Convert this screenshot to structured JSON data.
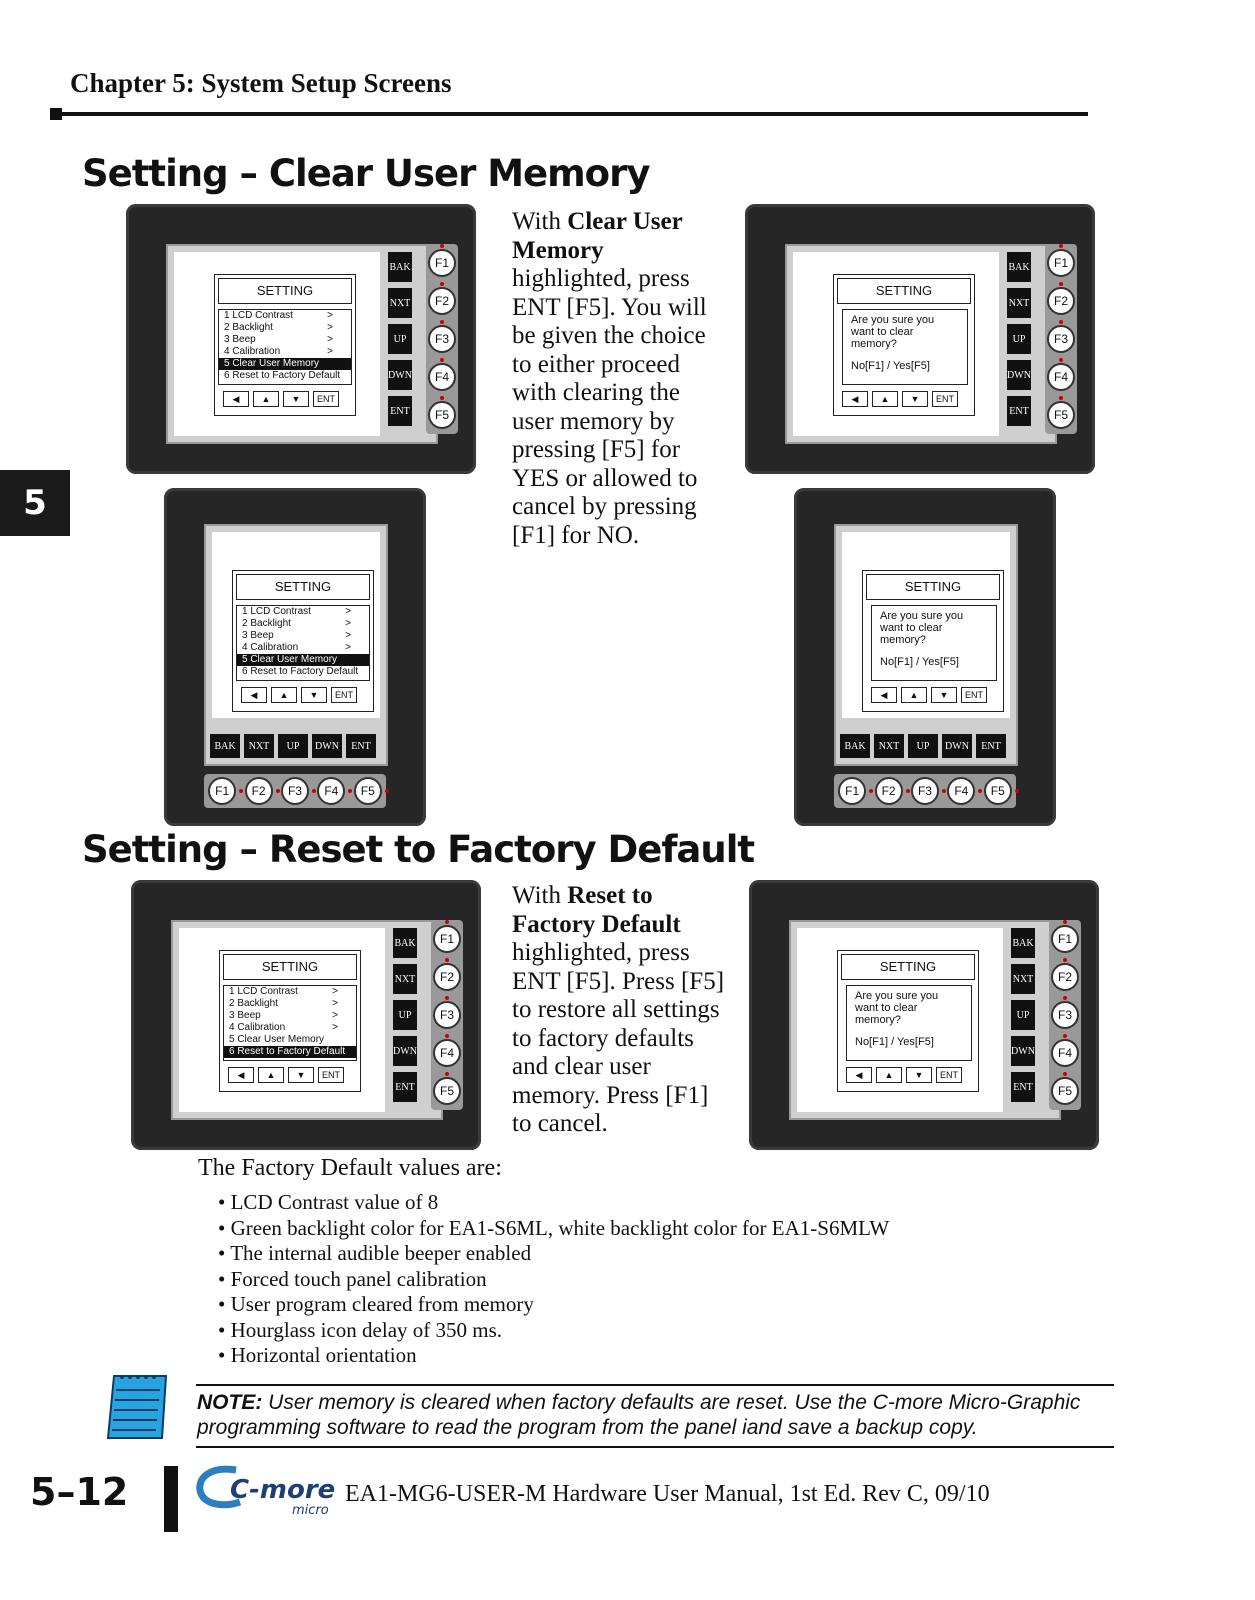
{
  "header": {
    "chapter": "Chapter 5: System Setup Screens"
  },
  "side_tab": "5",
  "section1": {
    "heading": "Setting – Clear User Memory",
    "para_pre": "With ",
    "para_bold": "Clear User Memory",
    "para_post": " highlighted, press ENT [F5]. You will be given the choice to either proceed with clearing the user memory by pressing [F5] for YES or allowed to cancel by pressing [F1] for NO."
  },
  "section2": {
    "heading": "Setting – Reset to Factory Default",
    "para_pre": "With ",
    "para_bold": "Reset to Factory Default",
    "para_post": " highlighted, press ENT [F5]. Press [F5] to restore all settings to factory defaults and clear user memory. Press [F1] to cancel."
  },
  "screen": {
    "title": "SETTING",
    "items": [
      {
        "label": "1 LCD Contrast",
        "arrow": ">"
      },
      {
        "label": "2 Backlight",
        "arrow": ">"
      },
      {
        "label": "3 Beep",
        "arrow": ">"
      },
      {
        "label": "4 Calibration",
        "arrow": ">"
      },
      {
        "label": "5 Clear User Memory",
        "arrow": ""
      },
      {
        "label": "6 Reset to Factory Default",
        "arrow": ""
      }
    ],
    "nav": [
      "◀",
      "▲",
      "▼",
      "ENT"
    ],
    "dialog_text": "Are you sure you want to clear memory?",
    "dialog_choice": "No[F1] / Yes[F5]",
    "softkeys": [
      "BAK",
      "NXT",
      "UP",
      "DWN",
      "ENT"
    ],
    "fkeys": [
      "F1",
      "F2",
      "F3",
      "F4",
      "F5"
    ]
  },
  "factory": {
    "intro": "The Factory Default values are:",
    "items": [
      "LCD Contrast value of 8",
      "Green backlight color for EA1-S6ML, white backlight color for EA1-S6MLW",
      "The internal audible beeper enabled",
      "Forced touch panel calibration",
      "User program cleared from memory",
      "Hourglass icon delay of 350 ms.",
      "Horizontal orientation"
    ]
  },
  "note": {
    "label": "NOTE:",
    "text": " User memory is cleared when factory defaults are reset. Use the C-more Micro-Graphic programming software to read the program from the panel iand save a backup copy."
  },
  "footer": {
    "page": "5–12",
    "logo_main": "C-more",
    "logo_sub": "micro",
    "manual": "EA1-MG6-USER-M Hardware User Manual, 1st Ed. Rev C, 09/10"
  }
}
